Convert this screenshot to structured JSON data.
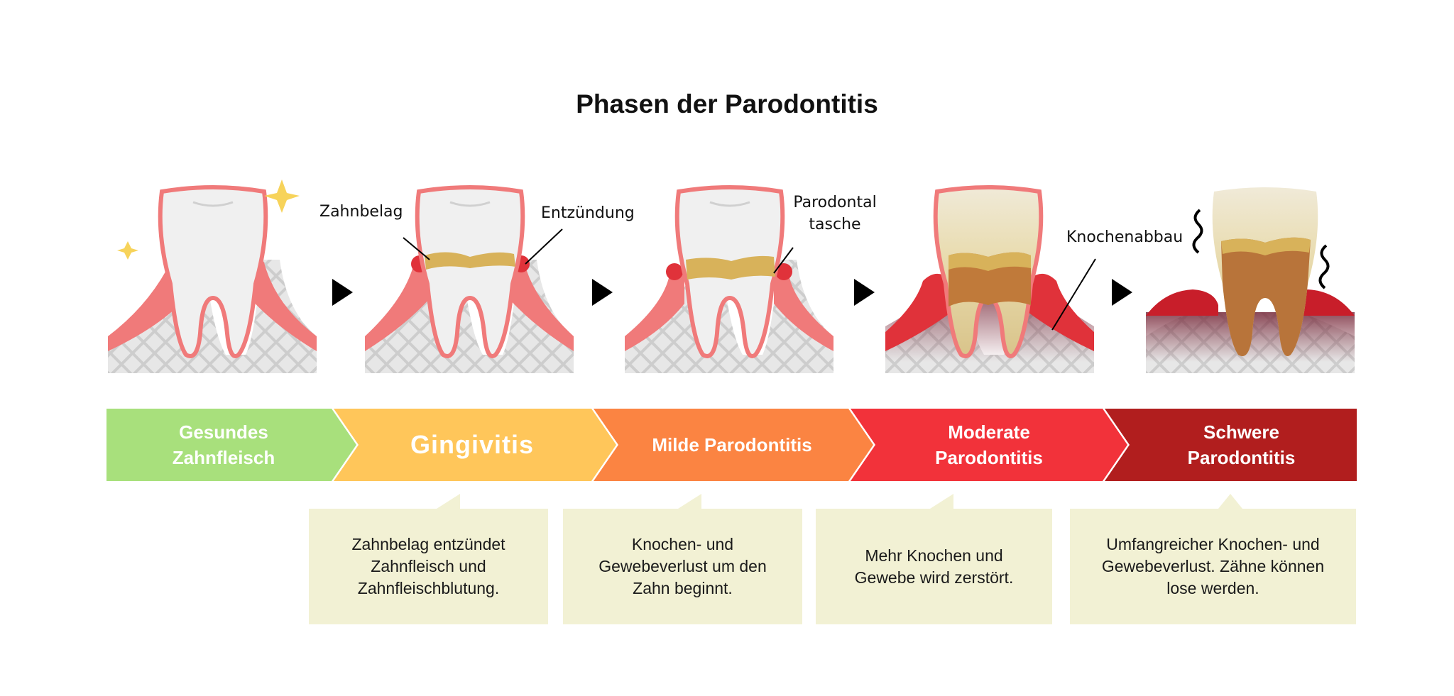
{
  "title": "Phasen der Parodontitis",
  "labels": {
    "plaque": "Zahnbelag",
    "inflammation": "Entzündung",
    "pocket_line1": "Parodontal",
    "pocket_line2": "tasche",
    "bone_loss": "Knochenabbau"
  },
  "stages": [
    {
      "line1": "Gesundes",
      "line2": "Zahnfleisch",
      "color": "#A8E07C"
    },
    {
      "line1": "Gingivitis",
      "line2": "",
      "color": "#FFC65A"
    },
    {
      "line1": "Milde Parodontitis",
      "line2": "",
      "color": "#FB8442"
    },
    {
      "line1": "Moderate",
      "line2": "Parodontitis",
      "color": "#F2323A"
    },
    {
      "line1": "Schwere",
      "line2": "Parodontitis",
      "color": "#B11E1E"
    }
  ],
  "descriptions": [
    {
      "line1": "Zahnbelag entzündet",
      "line2": "Zahnfleisch und",
      "line3": "Zahnfleischblutung."
    },
    {
      "line1": "Knochen- und",
      "line2": "Gewebeverlust um den",
      "line3": "Zahn beginnt."
    },
    {
      "line1": "Mehr Knochen und",
      "line2": "Gewebe wird zerstört.",
      "line3": ""
    },
    {
      "line1": "Umfangreicher Knochen- und",
      "line2": "Gewebeverlust. Zähne können",
      "line3": "lose werden."
    }
  ]
}
